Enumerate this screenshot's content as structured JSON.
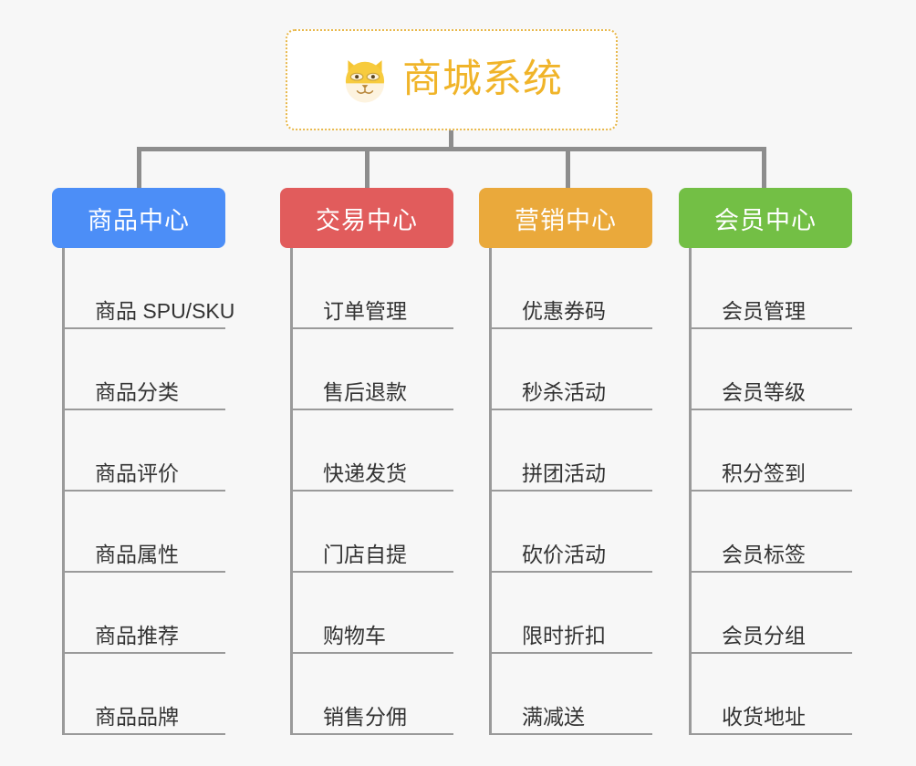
{
  "root": {
    "title": "商城系统",
    "logo_icon": "shiba-dog-icon",
    "title_color": "#f0b429",
    "border_color": "#e8b84b"
  },
  "connector_color": "#8d8d8d",
  "background_color": "#f7f7f7",
  "columns": [
    {
      "title": "商品中心",
      "color": "#4c8ef7",
      "items": [
        "商品 SPU/SKU",
        "商品分类",
        "商品评价",
        "商品属性",
        "商品推荐",
        "商品品牌"
      ]
    },
    {
      "title": "交易中心",
      "color": "#e15c5c",
      "items": [
        "订单管理",
        "售后退款",
        "快递发货",
        "门店自提",
        "购物车",
        "销售分佣"
      ]
    },
    {
      "title": "营销中心",
      "color": "#eaa93b",
      "items": [
        "优惠券码",
        "秒杀活动",
        "拼团活动",
        "砍价活动",
        "限时折扣",
        "满减送"
      ]
    },
    {
      "title": "会员中心",
      "color": "#73bf45",
      "items": [
        "会员管理",
        "会员等级",
        "积分签到",
        "会员标签",
        "会员分组",
        "收货地址"
      ]
    }
  ]
}
